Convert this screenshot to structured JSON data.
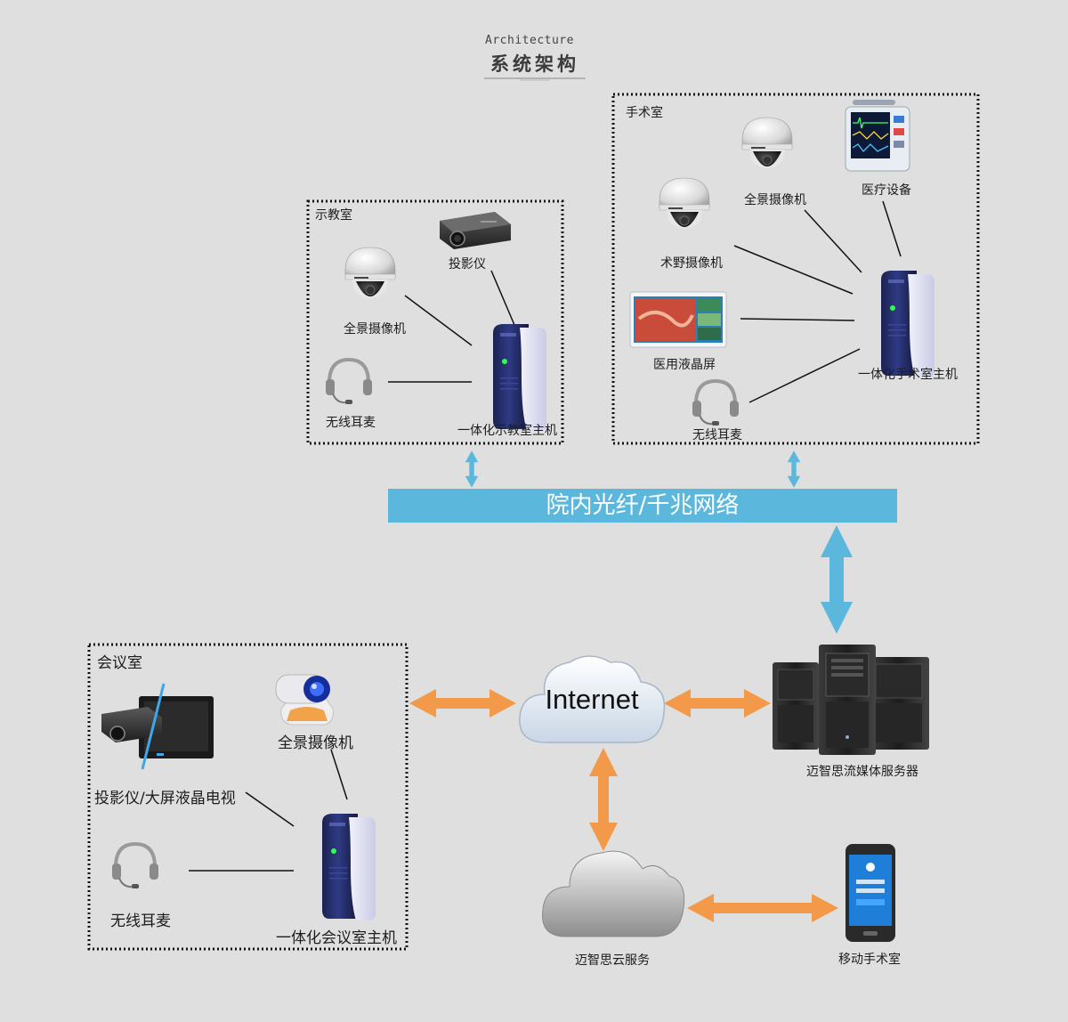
{
  "header": {
    "subtitle_en": "Architecture",
    "title_zh": "系统架构"
  },
  "rooms": {
    "teaching": {
      "name": "示教室"
    },
    "surgery": {
      "name": "手术室"
    },
    "meeting": {
      "name": "会议室"
    }
  },
  "devices": {
    "teaching": {
      "projector": "投影仪",
      "pano_camera": "全景摄像机",
      "headset": "无线耳麦",
      "host": "一体化示教室主机"
    },
    "surgery": {
      "pano_camera": "全景摄像机",
      "medical_equipment": "医疗设备",
      "field_camera": "术野摄像机",
      "lcd": "医用液晶屏",
      "host": "一体化手术室主机",
      "headset": "无线耳麦"
    },
    "meeting": {
      "projector_tv": "投影仪/大屏液晶电视",
      "pano_camera": "全景摄像机",
      "headset": "无线耳麦",
      "host": "一体化会议室主机"
    }
  },
  "network": {
    "backbone": "院内光纤/千兆网络",
    "internet": "Internet",
    "media_server": "迈智思流媒体服务器",
    "cloud": "迈智思云服务",
    "mobile": "移动手术室"
  },
  "colors": {
    "backbone": "#5bb8dc",
    "blue_arrow": "#5bb8dc",
    "orange_arrow": "#f39a4a",
    "background": "#dfdfdf"
  }
}
